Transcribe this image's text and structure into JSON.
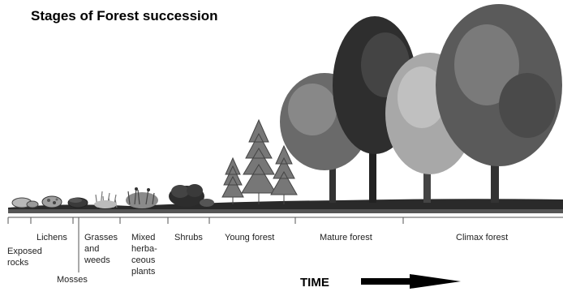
{
  "title": "Stages of Forest succession",
  "time_label": "TIME",
  "stages": [
    {
      "id": "exposed-rocks",
      "lines": [
        "Exposed",
        "rocks"
      ]
    },
    {
      "id": "lichens",
      "lines": [
        "Lichens"
      ]
    },
    {
      "id": "mosses",
      "lines": [
        "Mosses"
      ]
    },
    {
      "id": "grasses-weeds",
      "lines": [
        "Grasses",
        "and",
        "weeds"
      ]
    },
    {
      "id": "mixed-herbaceous",
      "lines": [
        "Mixed",
        "herba-",
        "ceous",
        "plants"
      ]
    },
    {
      "id": "shrubs",
      "lines": [
        "Shrubs"
      ]
    },
    {
      "id": "young-forest",
      "lines": [
        "Young forest"
      ]
    },
    {
      "id": "mature-forest",
      "lines": [
        "Mature forest"
      ]
    },
    {
      "id": "climax-forest",
      "lines": [
        "Climax forest"
      ]
    }
  ]
}
